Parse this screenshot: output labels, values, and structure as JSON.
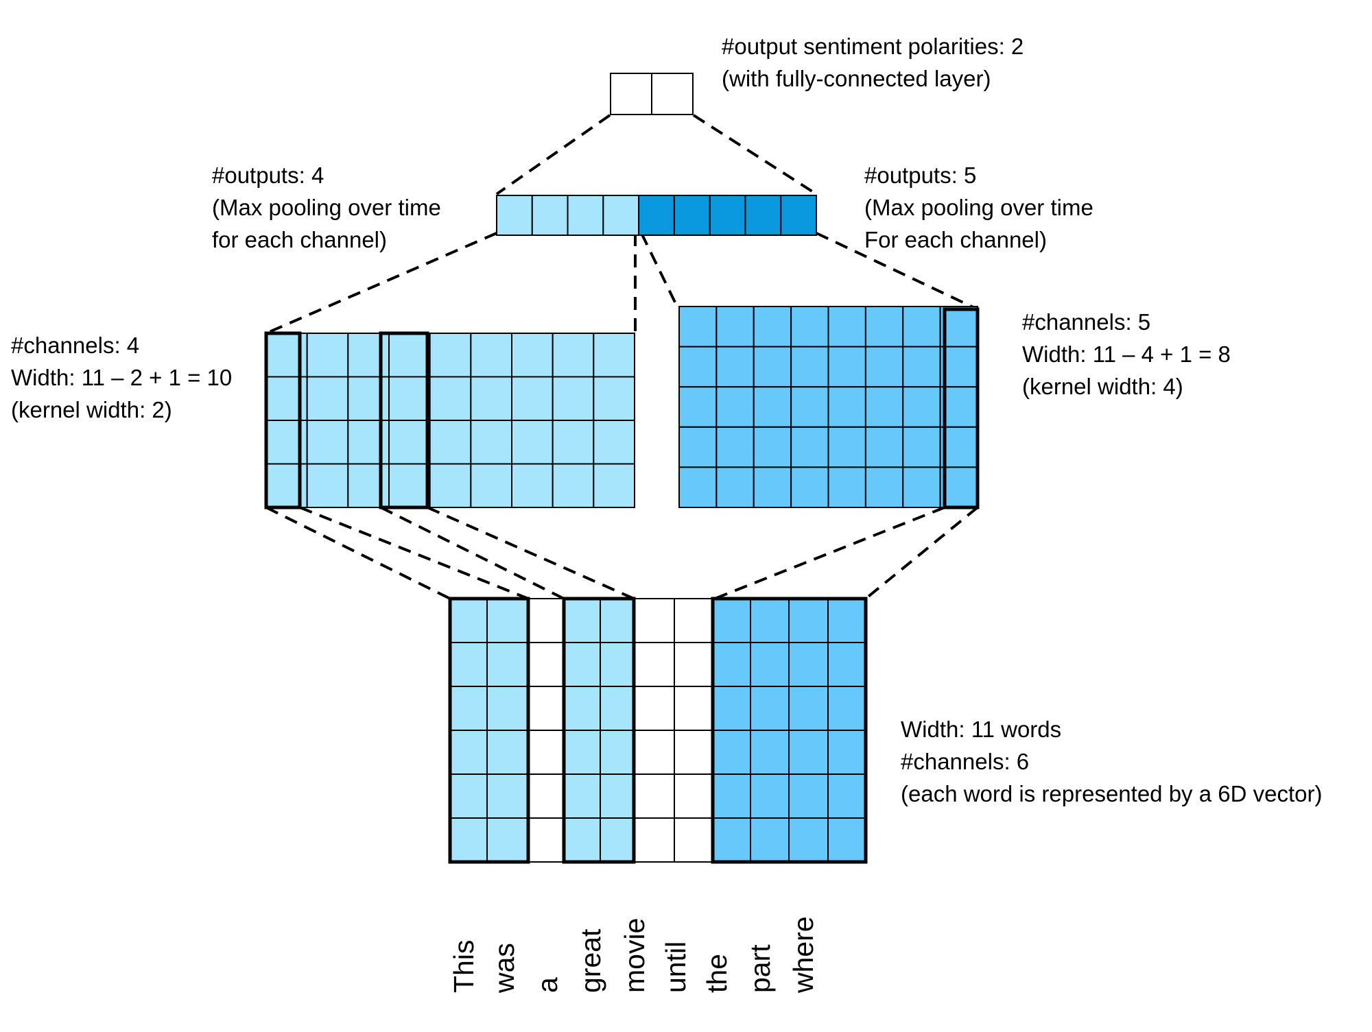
{
  "colors": {
    "light_blue": "#a6e5fb",
    "mid_blue": "#66c8fb",
    "dark_blue": "#0a98de",
    "white": "#ffffff",
    "stroke": "#000000"
  },
  "labels": {
    "output_top": [
      "#output sentiment polarities: 2",
      "(with fully-connected layer)"
    ],
    "pool_left": [
      "#outputs: 4",
      "(Max pooling over time",
      "for each channel)"
    ],
    "pool_right": [
      "#outputs: 5",
      "(Max pooling over time",
      "For each channel)"
    ],
    "conv_left": [
      "#channels: 4",
      "Width: 11 – 2 + 1 = 10",
      "(kernel width: 2)"
    ],
    "conv_right": [
      "#channels: 5",
      "Width: 11 – 4 + 1 = 8",
      "(kernel width: 4)"
    ],
    "input": [
      "Width: 11 words",
      "#channels: 6",
      "(each word is represented by a 6D vector)"
    ]
  },
  "words": [
    "This",
    "was",
    "a",
    "great",
    "movie",
    "until",
    "the",
    "part",
    "where"
  ]
}
